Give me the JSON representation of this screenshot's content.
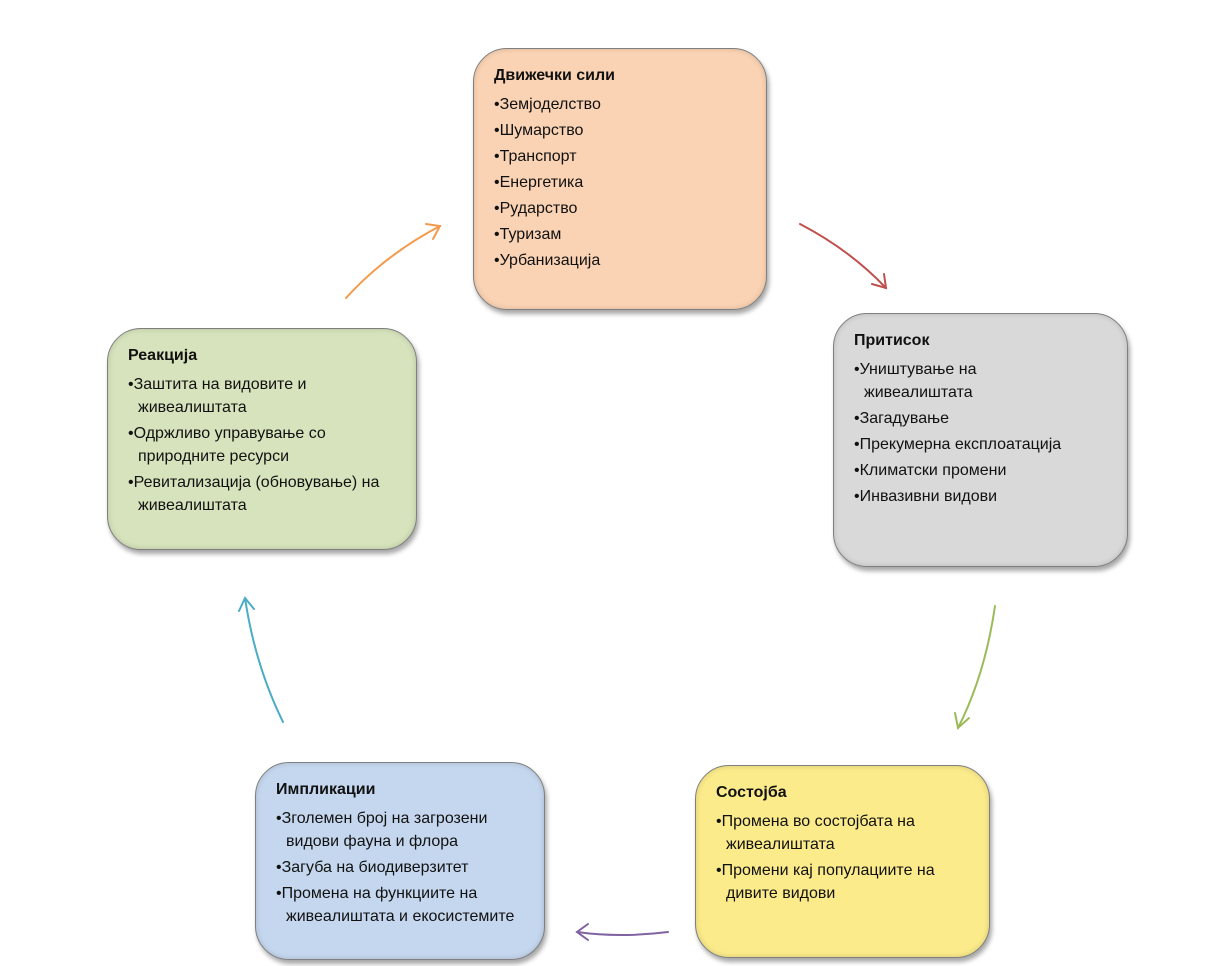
{
  "boxes": {
    "drivers": {
      "title": "Движечки сили",
      "color": "#fad3b4",
      "items": [
        "Земјоделство",
        "Шумарство",
        "Транспорт",
        "Енергетика",
        "Рударство",
        "Туризам",
        "Урбанизација"
      ]
    },
    "pressure": {
      "title": "Притисок",
      "color": "#d9d9d9",
      "items": [
        "Уништување на живеалиштата",
        "Загадување",
        "Прекумерна експлоатација",
        "Климатски промени",
        "Инвазивни видови"
      ]
    },
    "state": {
      "title": "Состојба",
      "color": "#fbeb8b",
      "items": [
        "Промена во состојбата на живеалиштата",
        "Промени кај популациите на дивите видови"
      ]
    },
    "implications": {
      "title": "Импликации",
      "color": "#c5d7ee",
      "items": [
        "Зголемен број на загрозени видови фауна и флора",
        "Загуба на биодиверзитет",
        "Промена на функциите на живеалиштата и екосистемите"
      ]
    },
    "response": {
      "title": "Реакција",
      "color": "#d6e3bc",
      "items": [
        "Заштита на видовите и живеалиштата",
        "Одржливо управување со природните ресурси",
        "Ревитализација (обновување) на живеалиштата"
      ]
    }
  },
  "arrow_colors": {
    "response_to_drivers": "#f39a4c",
    "drivers_to_pressure": "#c0504d",
    "pressure_to_state": "#9bbb59",
    "state_to_implications": "#8064a2",
    "implications_to_response": "#4bacc6"
  }
}
